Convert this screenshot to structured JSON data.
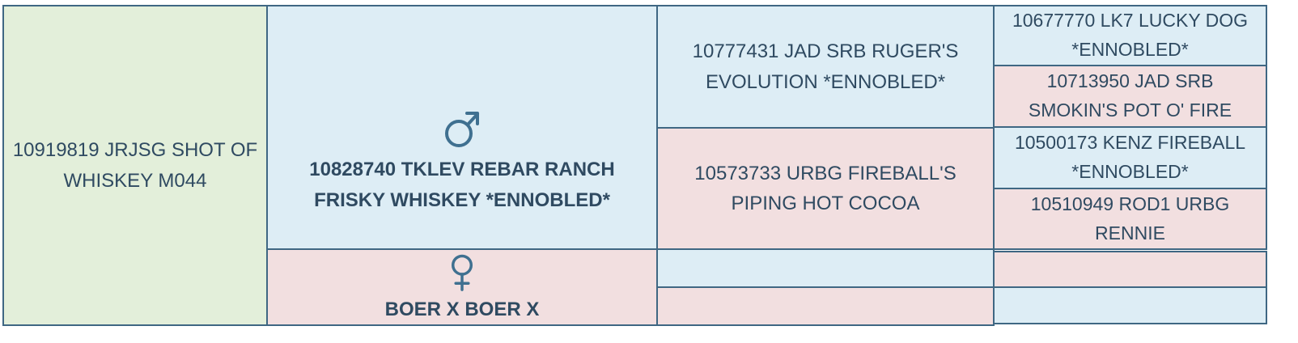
{
  "subject": {
    "name": "10919819 JRJSG SHOT OF WHISKEY M044"
  },
  "sire": {
    "name": "10828740 TKLEV REBAR RANCH FRISKY WHISKEY *ENNOBLED*",
    "symbol": "male-icon"
  },
  "dam": {
    "name": "BOER X BOER X",
    "symbol": "female-icon"
  },
  "sire_sire": {
    "name": "10777431 JAD SRB RUGER'S EVOLUTION *ENNOBLED*"
  },
  "sire_dam": {
    "name": "10573733 URBG FIREBALL'S PIPING HOT COCOA"
  },
  "dam_sire": {
    "name": ""
  },
  "dam_dam": {
    "name": ""
  },
  "gen4": [
    {
      "name": "10677770 LK7 LUCKY DOG *ENNOBLED*"
    },
    {
      "name": "10713950 JAD SRB SMOKIN'S POT O' FIRE"
    },
    {
      "name": "10500173 KENZ FIREBALL *ENNOBLED*"
    },
    {
      "name": "10510949 ROD1 URBG RENNIE"
    },
    {
      "name": ""
    },
    {
      "name": ""
    }
  ],
  "colors": {
    "border": "#3f6783",
    "male_bg": "#ddedf5",
    "female_bg": "#f2dfe0",
    "subject_bg": "#e3efda",
    "text": "#2f4a61"
  }
}
